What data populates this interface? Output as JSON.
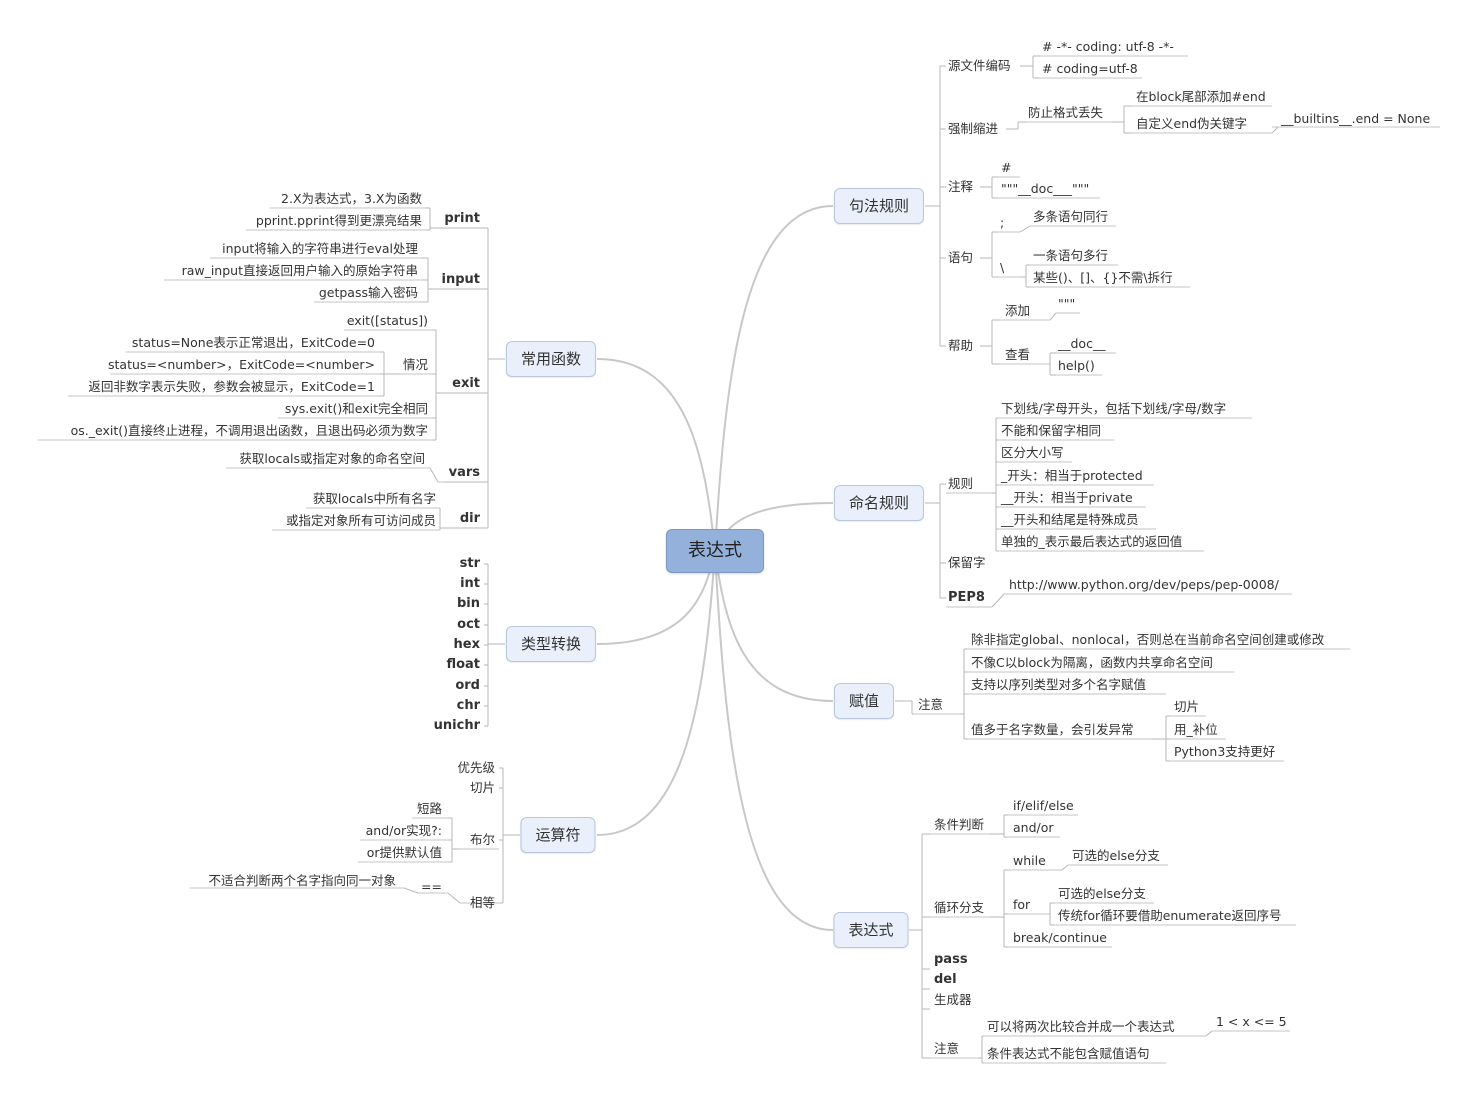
{
  "root": "表达式",
  "branches": {
    "syntax": "句法规则",
    "naming": "命名规则",
    "assign": "赋值",
    "expr": "表达式",
    "funcs": "常用函数",
    "convert": "类型转换",
    "ops": "运算符"
  },
  "syntax": {
    "encoding": "源文件编码",
    "enc1": "# -*- coding: utf-8 -*-",
    "enc2": "# coding=utf-8",
    "indent": "强制缩进",
    "prevent": "防止格式丢失",
    "p1": "在block尾部添加#end",
    "p2": "自定义end伪关键字",
    "p2a": "__builtins__.end = None",
    "comment": "注释",
    "c1": "#",
    "c2": "\"\"\"__doc___\"\"\"",
    "stmt": "语句",
    "semi": ";",
    "semi1": "多条语句同行",
    "bs": "\\",
    "bs1": "一条语句多行",
    "bs2": "某些()、[]、{}不需\\拆行",
    "help": "帮助",
    "add": "添加",
    "add1": "\"\"\"",
    "view": "查看",
    "view1": "__doc__",
    "view2": "help()"
  },
  "naming": {
    "rules": "规则",
    "r1": "下划线/字母开头，包括下划线/字母/数字",
    "r2": "不能和保留字相同",
    "r3": "区分大小写",
    "r4": "_开头：相当于protected",
    "r5": "__开头：相当于private",
    "r6": "__开头和结尾是特殊成员",
    "r7": "单独的_表示最后表达式的返回值",
    "reserved": "保留字",
    "pep8": "PEP8",
    "pep8url": "http://www.python.org/dev/peps/pep-0008/"
  },
  "assign": {
    "note": "注意",
    "n1": "除非指定global、nonlocal，否则总在当前命名空间创建或修改",
    "n2": "不像C以block为隔离，函数内共享命名空间",
    "n3": "支持以序列类型对多个名字赋值",
    "n4": "值多于名字数量，会引发异常",
    "n4a": "切片",
    "n4b": "用_补位",
    "n4c": "Python3支持更好"
  },
  "expr": {
    "cond": "条件判断",
    "cond1": "if/elif/else",
    "cond2": "and/or",
    "loop": "循环分支",
    "while": "while",
    "while1": "可选的else分支",
    "for": "for",
    "for1": "可选的else分支",
    "for2": "传统for循环要借助enumerate返回序号",
    "brk": "break/continue",
    "pass": "pass",
    "del": "del",
    "gen": "生成器",
    "note": "注意",
    "note1": "可以将两次比较合并成一个表达式",
    "note1a": "1 < x <= 5",
    "note2": "条件表达式不能包含赋值语句"
  },
  "funcs": {
    "print": "print",
    "print1": "2.X为表达式，3.X为函数",
    "print2": "pprint.pprint得到更漂亮结果",
    "input": "input",
    "input1": "input将输入的字符串进行eval处理",
    "input2": "raw_input直接返回用户输入的原始字符串",
    "input3": "getpass输入密码",
    "exit": "exit",
    "exit1": "exit([status])",
    "case": "情况",
    "case1": "status=None表示正常退出，ExitCode=0",
    "case2": "status=<number>，ExitCode=<number>",
    "case3": "返回非数字表示失败，参数会被显示，ExitCode=1",
    "exit2": "sys.exit()和exit完全相同",
    "exit3": "os._exit()直接终止进程，不调用退出函数，且退出码必须为数字",
    "vars": "vars",
    "vars1": "获取locals或指定对象的命名空间",
    "dir": "dir",
    "dir1": "获取locals中所有名字",
    "dir2": "或指定对象所有可访问成员"
  },
  "convert": [
    "str",
    "int",
    "bin",
    "oct",
    "hex",
    "float",
    "ord",
    "chr",
    "unichr"
  ],
  "ops": {
    "prio": "优先级",
    "slice": "切片",
    "bool": "布尔",
    "b1": "短路",
    "b2": "and/or实现?:",
    "b3": "or提供默认值",
    "eq": "相等",
    "eqop": "==",
    "eq1": "不适合判断两个名字指向同一对象"
  }
}
